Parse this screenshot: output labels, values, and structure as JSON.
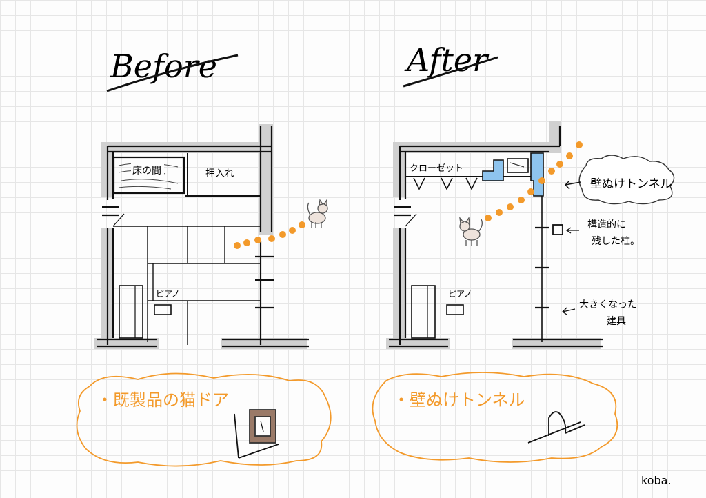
{
  "titles": {
    "before": "Before",
    "after": "After"
  },
  "before_plan": {
    "tokonoma": "床の間",
    "oshiire": "押入れ",
    "piano": "ピアノ"
  },
  "after_plan": {
    "closet": "クローゼット",
    "piano": "ピアノ",
    "tunnel_callout": "壁ぬけトンネル",
    "pillar_note": [
      "構造的に",
      "残した柱。"
    ],
    "door_note": [
      "大きくなった",
      "建具"
    ]
  },
  "notes": {
    "before": "・既製品の猫ドア",
    "after": "・壁ぬけトンネル"
  },
  "signature": "koba.",
  "colors": {
    "accent": "#f39a2b",
    "tunnel": "#8ec4ee",
    "wall_fill": "#d0d0d0",
    "ink": "#111111"
  }
}
